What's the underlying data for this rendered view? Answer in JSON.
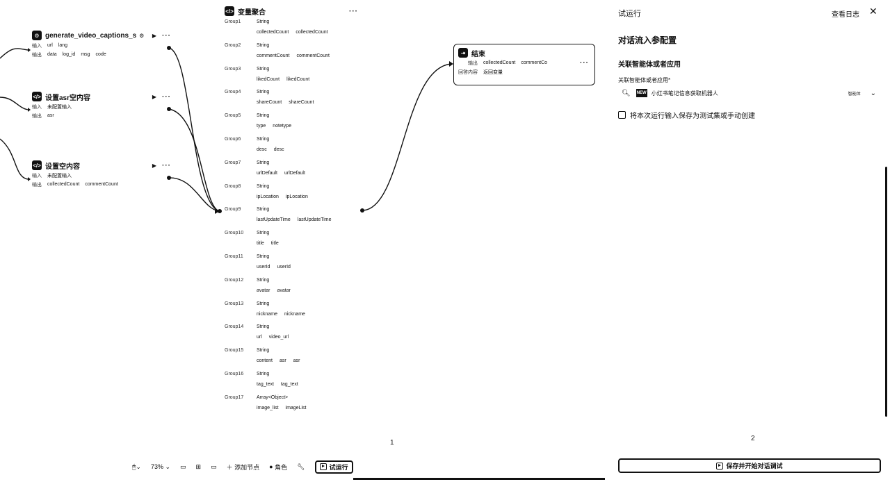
{
  "nodes": {
    "captions": {
      "title": "generate_video_captions_s",
      "inputs_label": "输入",
      "inputs": [
        "url",
        "lang"
      ],
      "outputs_label": "输出",
      "outputs": [
        "data",
        "log_id",
        "msg",
        "code"
      ]
    },
    "asr": {
      "title": "设置asr空内容",
      "inputs_label": "输入",
      "inputs_value": "未配置输入",
      "outputs_label": "输出",
      "outputs": [
        "asr"
      ]
    },
    "empty": {
      "title": "设置空内容",
      "inputs_label": "输入",
      "inputs_value": "未配置输入",
      "outputs_label": "输出",
      "outputs": [
        "collectedCount",
        "commentCount"
      ]
    },
    "aggregate": {
      "title": "变量聚合",
      "groups": [
        {
          "group": "Group1",
          "type": "String",
          "vars": [
            "collectedCount",
            "collectedCount"
          ]
        },
        {
          "group": "Group2",
          "type": "String",
          "vars": [
            "commentCount",
            "commentCount"
          ]
        },
        {
          "group": "Group3",
          "type": "String",
          "vars": [
            "likedCount",
            "likedCount"
          ]
        },
        {
          "group": "Group4",
          "type": "String",
          "vars": [
            "shareCount",
            "shareCount"
          ]
        },
        {
          "group": "Group5",
          "type": "String",
          "vars": [
            "type",
            "notetype"
          ]
        },
        {
          "group": "Group6",
          "type": "String",
          "vars": [
            "desc",
            "desc"
          ]
        },
        {
          "group": "Group7",
          "type": "String",
          "vars": [
            "urlDefault",
            "urlDefault"
          ]
        },
        {
          "group": "Group8",
          "type": "String",
          "vars": [
            "ipLocation",
            "ipLocation"
          ]
        },
        {
          "group": "Group9",
          "type": "String",
          "vars": [
            "lastUpdateTime",
            "lastUpdateTime"
          ]
        },
        {
          "group": "Group10",
          "type": "String",
          "vars": [
            "title",
            "title"
          ]
        },
        {
          "group": "Group11",
          "type": "String",
          "vars": [
            "userId",
            "userId"
          ]
        },
        {
          "group": "Group12",
          "type": "String",
          "vars": [
            "avatar",
            "avatar"
          ]
        },
        {
          "group": "Group13",
          "type": "String",
          "vars": [
            "nickname",
            "nickname"
          ]
        },
        {
          "group": "Group14",
          "type": "String",
          "vars": [
            "url",
            "video_url"
          ]
        },
        {
          "group": "Group15",
          "type": "String",
          "vars": [
            "content",
            "asr",
            "asr"
          ]
        },
        {
          "group": "Group16",
          "type": "String",
          "vars": [
            "tag_text",
            "tag_text"
          ]
        },
        {
          "group": "Group17",
          "type": "Array<Object>",
          "vars": [
            "image_list",
            "imageList"
          ]
        }
      ]
    },
    "end": {
      "title": "结束",
      "outputs_label": "输出",
      "outputs": [
        "collectedCount",
        "commentCo"
      ],
      "return_label": "回答内容",
      "return_value": "返回变量"
    }
  },
  "panel": {
    "title": "试运行",
    "view_log": "查看日志",
    "close": "✕",
    "section": "对话流入参配置",
    "subsection": "关联智能体或者应用",
    "field_label": "关联智能体或者应用*",
    "agent_badge": "NEW",
    "agent_name": "小红书笔记信息获取机器人",
    "agent_type": "智能体",
    "checkbox_label": "将本次运行输入保存为测试集或手动创建",
    "save_button": "保存并开始对话调试",
    "marker": "2"
  },
  "toolbar": {
    "zoom": "73%",
    "add_node": "添加节点",
    "role": "角色",
    "run": "试运行",
    "marker": "1"
  }
}
